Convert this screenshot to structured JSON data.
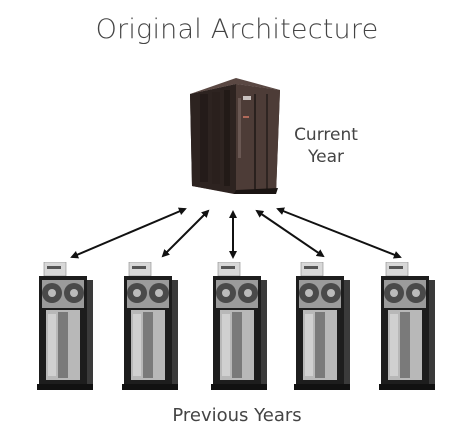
{
  "title": "Original Architecture",
  "current_label": [
    "Current",
    "Year"
  ],
  "previous_label": "Previous Years",
  "colors": {
    "text": "#444444",
    "mainframe": "#4a3a36",
    "drive_body": "#1c1c1c",
    "arrow": "#111111"
  },
  "icons": {
    "mainframe": "mainframe-server-icon",
    "drive": "tape-drive-icon"
  }
}
